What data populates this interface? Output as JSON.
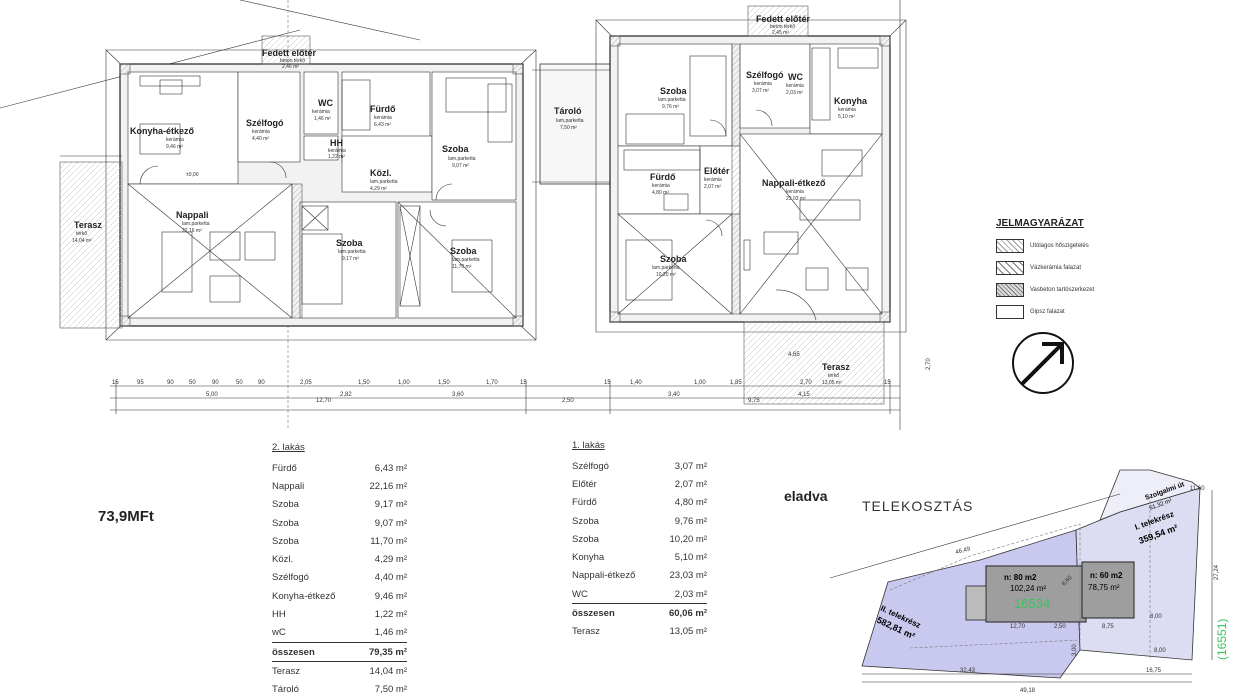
{
  "price": "73,9MFt",
  "sold_label": "eladva",
  "plot_title": "TELEKOSZTÁS",
  "legend": {
    "title": "JELMAGYARÁZAT",
    "items": [
      {
        "label": "Utólagos hőszigetelés"
      },
      {
        "label": "Vázkerámia falazat"
      },
      {
        "label": "Vasbeton tartószerkezet"
      },
      {
        "label": "Gipsz falazat"
      }
    ]
  },
  "flat2": {
    "title": "2. lakás",
    "rows": [
      {
        "name": "Fürdő",
        "area": "6,43 m²"
      },
      {
        "name": "Nappali",
        "area": "22,16 m²"
      },
      {
        "name": "Szoba",
        "area": "9,17 m²"
      },
      {
        "name": "Szoba",
        "area": "9,07 m²"
      },
      {
        "name": "Szoba",
        "area": "11,70 m²"
      },
      {
        "name": "Közl.",
        "area": "4,29 m²"
      },
      {
        "name": "Szélfogó",
        "area": "4,40 m²"
      },
      {
        "name": "Konyha-étkező",
        "area": "9,46 m²"
      },
      {
        "name": "HH",
        "area": "1,22 m²"
      },
      {
        "name": "wC",
        "area": "1,46 m²"
      }
    ],
    "total_label": "összesen",
    "total": "79,35 m²",
    "extras": [
      {
        "name": "Terasz",
        "area": "14,04 m²"
      },
      {
        "name": "Tároló",
        "area": "7,50 m²"
      }
    ]
  },
  "flat1": {
    "title": "1. lakás",
    "rows": [
      {
        "name": "Szélfogó",
        "area": "3,07 m²"
      },
      {
        "name": "Előtér",
        "area": "2,07 m²"
      },
      {
        "name": "Fürdő",
        "area": "4,80 m²"
      },
      {
        "name": "Szoba",
        "area": "9,76 m²"
      },
      {
        "name": "Szoba",
        "area": "10,20 m²"
      },
      {
        "name": "Konyha",
        "area": "5,10 m²"
      },
      {
        "name": "Nappali-étkező",
        "area": "23,03 m²"
      },
      {
        "name": "WC",
        "area": "2,03 m²"
      }
    ],
    "total_label": "összesen",
    "total": "60,06 m²",
    "extras": [
      {
        "name": "Terasz",
        "area": "13,05 m²"
      }
    ]
  },
  "plan_left": {
    "rooms": [
      {
        "name": "Fedett előtér",
        "sub": "beton térkő",
        "area": "2,46 m²"
      },
      {
        "name": "Konyha-étkező",
        "sub": "kerámia",
        "area": "9,46 m²"
      },
      {
        "name": "Szélfogó",
        "sub": "kerámia",
        "area": "4,40 m²"
      },
      {
        "name": "WC",
        "sub": "kerámia",
        "area": "1,46 m²"
      },
      {
        "name": "Fürdő",
        "sub": "kerámia",
        "area": "6,43 m²"
      },
      {
        "name": "HH",
        "sub": "kerámia",
        "area": "1,22 m²"
      },
      {
        "name": "Közl.",
        "sub": "lam.parketta",
        "area": "4,29 m²"
      },
      {
        "name": "Szoba",
        "sub": "lam.parketta",
        "area": "9,07 m²"
      },
      {
        "name": "Nappali",
        "sub": "lam.parketta",
        "area": "22,16 m²"
      },
      {
        "name": "Terasz",
        "sub": "térkő",
        "area": "14,04 m²"
      },
      {
        "name": "Szoba",
        "sub": "lam.parketta",
        "area": "9,17 m²"
      },
      {
        "name": "Szoba",
        "sub": "lam.parketta",
        "area": "11,70 m²"
      }
    ],
    "level": "±0,00"
  },
  "plan_right": {
    "rooms": [
      {
        "name": "Fedett előtér",
        "sub": "beton térkő",
        "area": "2,45 m²"
      },
      {
        "name": "Szoba",
        "sub": "lam.parketta",
        "area": "9,76 m²"
      },
      {
        "name": "Szélfogó",
        "sub": "kerámia",
        "area": "3,07 m²"
      },
      {
        "name": "WC",
        "sub": "kerámia",
        "area": "2,03 m²"
      },
      {
        "name": "Konyha",
        "sub": "kerámia",
        "area": "5,10 m²"
      },
      {
        "name": "Fürdő",
        "sub": "kerámia",
        "area": "4,80 m²"
      },
      {
        "name": "Előtér",
        "sub": "kerámia",
        "area": "2,07 m²"
      },
      {
        "name": "Nappali-étkező",
        "sub": "kerámia",
        "area": "23,03 m²"
      },
      {
        "name": "Szoba",
        "sub": "lam.parketta",
        "area": "10,20 m²"
      },
      {
        "name": "Terasz",
        "sub": "térkő",
        "area": "13,05 m²"
      }
    ]
  },
  "storage": {
    "name": "Tároló",
    "sub": "lam.parketta",
    "area": "7,50 m²"
  },
  "dims_bottom": {
    "row1": [
      "15",
      "95",
      "90",
      "50",
      "90",
      "50",
      "90",
      "2,05",
      "1,50",
      "1,00",
      "1,50",
      "1,70",
      "15",
      "15",
      "1,40",
      "1,00",
      "1,85",
      "2,70",
      "15"
    ],
    "row2": [
      "5,00",
      "2,82",
      "3,60",
      "3,40",
      "4,15"
    ],
    "row3": [
      "12,70",
      "2,50",
      "9,75"
    ],
    "terrace_right": [
      "4,65",
      "2,70"
    ]
  },
  "plot": {
    "lot1_label": "I. telekrész",
    "lot1_area": "359,54 m²",
    "lot2_label": "II. telekrész",
    "lot2_area": "582,81 m²",
    "road_label": "Szolgalmi út",
    "road_area": "61,32 m²",
    "parcel_no": "16534",
    "neighbor_no": "(16551)",
    "house1_label": "n: 80 m2",
    "house1_area": "102,24 m²",
    "house2_label": "n: 60 m2",
    "house2_area": "78,75 m²",
    "dims": [
      "46,49",
      "11,60",
      "27,24",
      "12,70",
      "2,50",
      "8,75",
      "8,00",
      "8,00",
      "32,43",
      "16,75",
      "49,18",
      "6,60",
      "3,00"
    ]
  }
}
